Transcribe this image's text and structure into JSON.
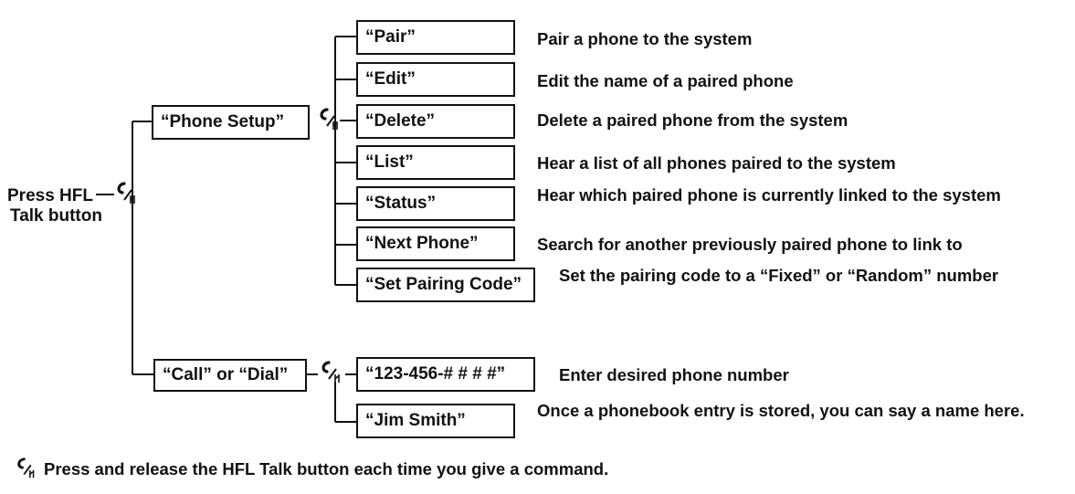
{
  "start_label_line1": "Press HFL",
  "start_label_line2": "Talk button",
  "icon": "hfl-talk-button-icon",
  "level1": {
    "phone_setup": "“Phone Setup”",
    "call_or_dial": "“Call” or “Dial”"
  },
  "phone_setup_items": [
    {
      "label": "“Pair”",
      "description": "Pair a phone to the system"
    },
    {
      "label": "“Edit”",
      "description": "Edit the name of a paired phone"
    },
    {
      "label": "“Delete”",
      "description": "Delete a paired phone from the system"
    },
    {
      "label": "“List”",
      "description": "Hear a list of all phones paired to the system"
    },
    {
      "label": "“Status”",
      "description": "Hear which paired phone is currently linked to the system"
    },
    {
      "label": "“Next Phone”",
      "description": "Search for another previously paired phone to link to"
    },
    {
      "label": "“Set Pairing Code”",
      "description": "Set the pairing code to a “Fixed” or “Random” number"
    }
  ],
  "call_items": [
    {
      "label": "“123-456-# # # #”",
      "description": "Enter desired phone number"
    },
    {
      "label": "“Jim Smith”",
      "description": "Once a phonebook entry is stored, you can say a name here."
    }
  ],
  "footer": "Press and release the HFL Talk button each time you give a command."
}
